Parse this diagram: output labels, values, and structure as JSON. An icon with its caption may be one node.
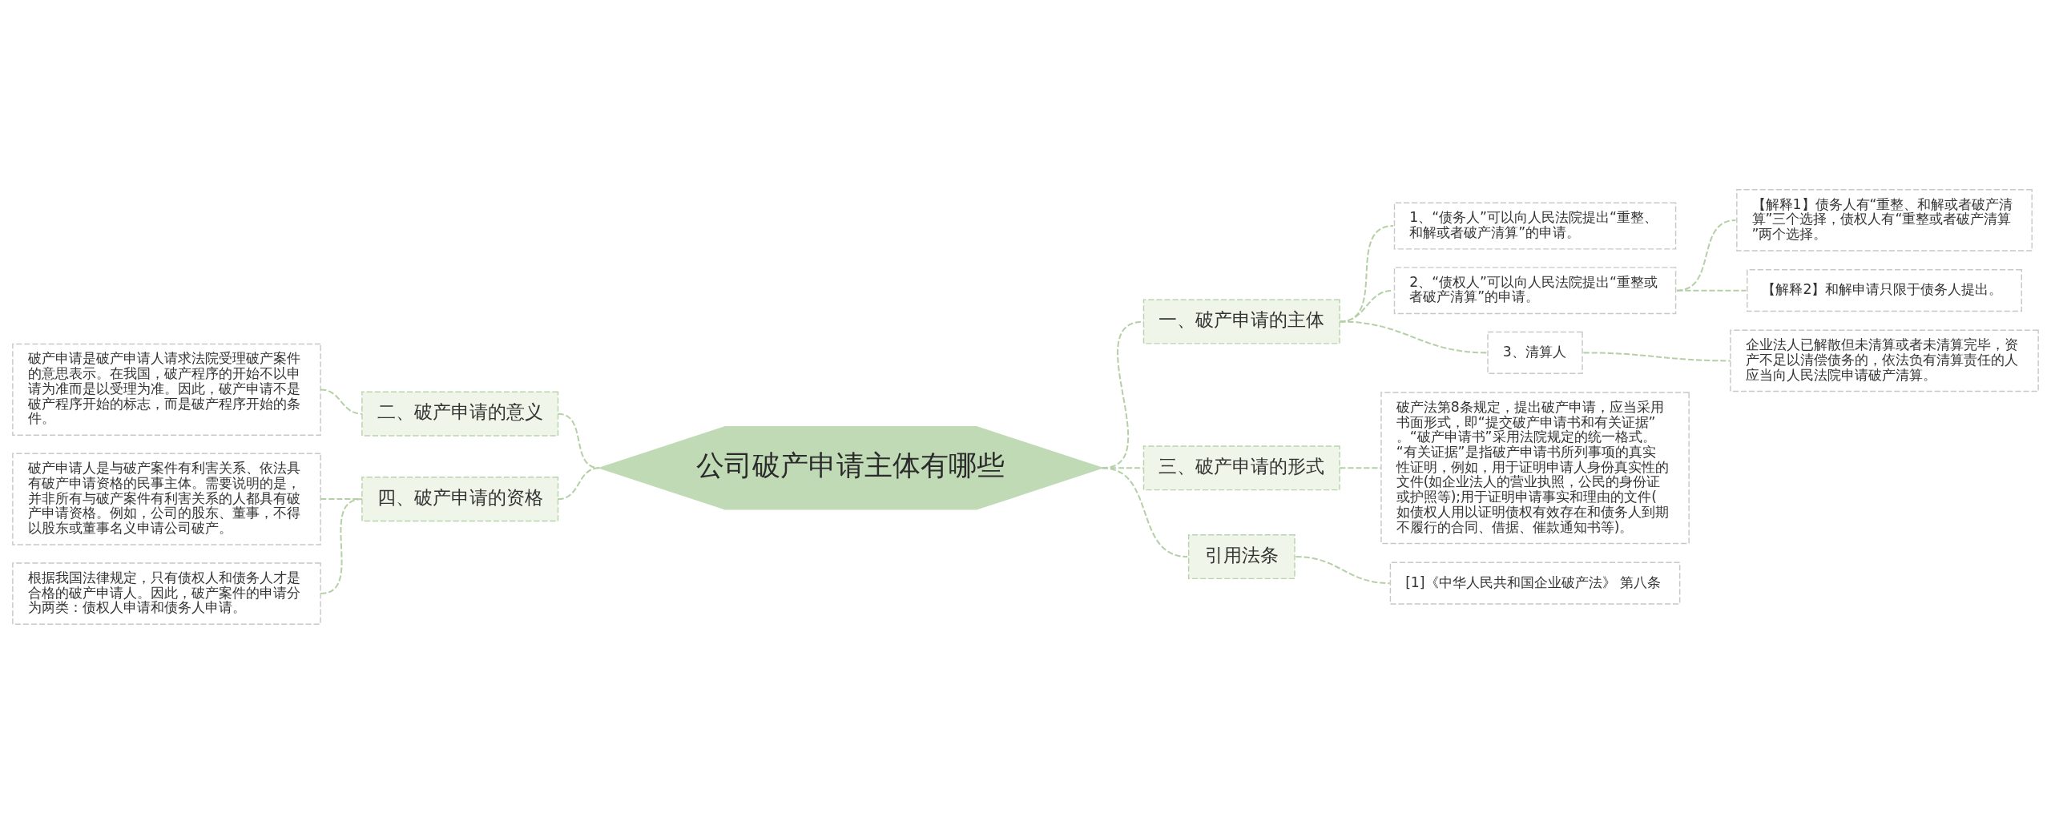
{
  "diagram": {
    "nodes": [
      {
        "text": [
          "公司破产申请主体有哪些"
        ]
      },
      {
        "text": [
          "一、破产申请的主体"
        ]
      },
      {
        "text": [
          "1、“债务人”可以向人民法院提出“重整、和解或者破产清算”的申请。"
        ]
      },
      {
        "text": [
          "2、“债权人”可以向人民法院提出“重整或者破产清算”的申请。"
        ]
      },
      {
        "text": [
          "【解释1】债务人有“重整、和解或者破产清算”三个选择，债权人有“重整或者破产清算”两个选择。"
        ]
      },
      {
        "text": [
          "【解释2】和解申请只限于债务人提出。"
        ]
      },
      {
        "text": [
          "3、清算人"
        ]
      },
      {
        "text": [
          "企业法人已解散但未清算或者未清算完毕，资产不足以清偿债务的，依法负有清算责任的人应当向人民法院申请破产清算。"
        ]
      },
      {
        "text": [
          "三、破产申请的形式"
        ]
      },
      {
        "text": [
          "破产法第8条规定，提出破产申请，应当采用书面形式，即“提交破产申请书和有关证据”。“破产申请书”采用法院规定的统一格式。“有关证据”是指破产申请书所列事项的真实性证明，例如，用于证明申请人身份真实性的文件(如企业法人的营业执照，公民的身份证或护照等);用于证明申请事实和理由的文件(如债权人用以证明债权有效存在和债务人到期不履行的合同、借据、催款通知书等)。"
        ]
      },
      {
        "text": [
          "引用法条"
        ]
      },
      {
        "text": [
          "[1]《中华人民共和国企业破产法》 第八条"
        ]
      },
      {
        "text": [
          "二、破产申请的意义"
        ]
      },
      {
        "text": [
          "破产申请是破产申请人请求法院受理破产案件的意思表示。在我国，破产程序的开始不以申请为准而是以受理为准。因此，破产申请不是破产程序开始的标志，而是破产程序开始的条件。"
        ]
      },
      {
        "text": [
          "四、破产申请的资格"
        ]
      },
      {
        "text": [
          "破产申请人是与破产案件有利害关系、依法具有破产申请资格的民事主体。需要说明的是，并非所有与破产案件有利害关系的人都具有破产申请资格。例如，公司的股东、董事，不得以股东或董事名义申请公司破产。"
        ]
      },
      {
        "text": [
          "根据我国法律规定，只有债权人和债务人才是合格的破产申请人。因此，破产案件的申请分为两类：债权人申请和债务人申请。"
        ]
      }
    ],
    "edges": [
      {
        "from": 0,
        "to": 1,
        "arrow": "none",
        "style": "dashed"
      },
      {
        "from": 1,
        "to": 2,
        "arrow": "none",
        "style": "dashed"
      },
      {
        "from": 1,
        "to": 3,
        "arrow": "none",
        "style": "dashed"
      },
      {
        "from": 3,
        "to": 4,
        "arrow": "none",
        "style": "dashed"
      },
      {
        "from": 3,
        "to": 5,
        "arrow": "none",
        "style": "dashed"
      },
      {
        "from": 1,
        "to": 6,
        "arrow": "none",
        "style": "dashed"
      },
      {
        "from": 6,
        "to": 7,
        "arrow": "none",
        "style": "dashed"
      },
      {
        "from": 0,
        "to": 8,
        "arrow": "none",
        "style": "dashed"
      },
      {
        "from": 8,
        "to": 9,
        "arrow": "none",
        "style": "dashed"
      },
      {
        "from": 0,
        "to": 10,
        "arrow": "none",
        "style": "dashed"
      },
      {
        "from": 10,
        "to": 11,
        "arrow": "none",
        "style": "dashed"
      },
      {
        "from": 12,
        "to": 0,
        "arrow": "none",
        "style": "dashed"
      },
      {
        "from": 13,
        "to": 12,
        "arrow": "none",
        "style": "dashed"
      },
      {
        "from": 14,
        "to": 0,
        "arrow": "none",
        "style": "dashed"
      },
      {
        "from": 15,
        "to": 14,
        "arrow": "none",
        "style": "dashed"
      },
      {
        "from": 16,
        "to": 14,
        "arrow": "none",
        "style": "dashed"
      }
    ]
  }
}
